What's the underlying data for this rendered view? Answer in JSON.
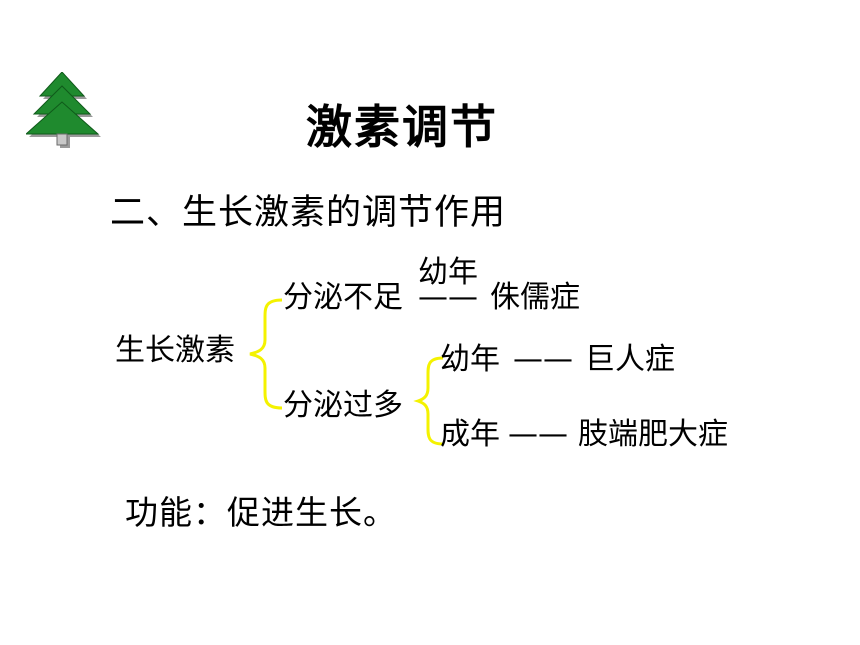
{
  "slide": {
    "title": "激素调节",
    "subtitle": "二、生长激素的调节作用",
    "icon": "pine-tree-icon",
    "accent_color": "#f4f200",
    "tree_color": "#1f8a2e"
  },
  "diagram": {
    "root": "生长激素",
    "deficient": {
      "label": "分泌不足",
      "age": "幼年",
      "dash": "——",
      "result": "侏儒症"
    },
    "excess": {
      "label": "分泌过多",
      "young": {
        "age": "幼年",
        "dash": "——",
        "result": "巨人症"
      },
      "adult": {
        "age": "成年",
        "dash": "——",
        "result": "肢端肥大症"
      }
    }
  },
  "function_text": "功能：促进生长。"
}
